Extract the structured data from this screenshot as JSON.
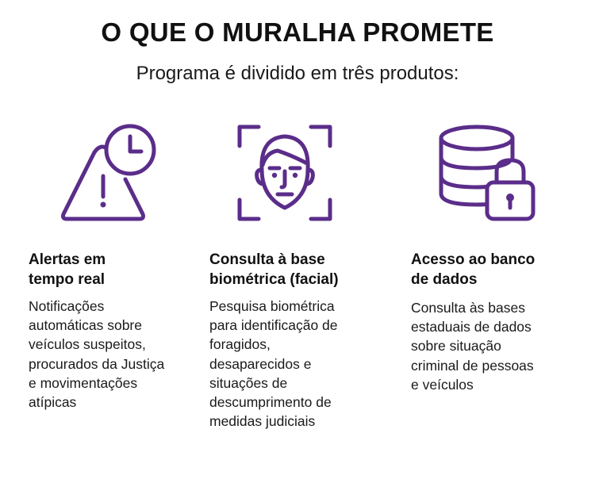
{
  "header": {
    "title": "O QUE O MURALHA PROMETE",
    "subtitle": "Programa é dividido em três produtos:"
  },
  "accent_color": "#5b2d8a",
  "products": [
    {
      "icon": "warning-clock-icon",
      "title_line1": "Alertas em",
      "title_line2": "tempo real",
      "desc_lines": [
        "Notificações",
        "automáticas sobre",
        "veículos suspeitos,",
        "procurados da Justiça",
        "e movimentações",
        "atípicas"
      ]
    },
    {
      "icon": "face-scan-icon",
      "title_line1": "Consulta à base",
      "title_line2": "biométrica (facial)",
      "desc_lines": [
        "Pesquisa biométrica",
        "para identificação de",
        "foragidos,",
        "desaparecidos e",
        "situações de",
        "descumprimento de",
        "medidas judiciais"
      ]
    },
    {
      "icon": "database-lock-icon",
      "title_line1": "Acesso ao banco",
      "title_line2": "de dados",
      "desc_lines": [
        "Consulta às bases",
        "estaduais de dados",
        "sobre situação",
        "criminal de pessoas",
        "e veículos"
      ]
    }
  ]
}
